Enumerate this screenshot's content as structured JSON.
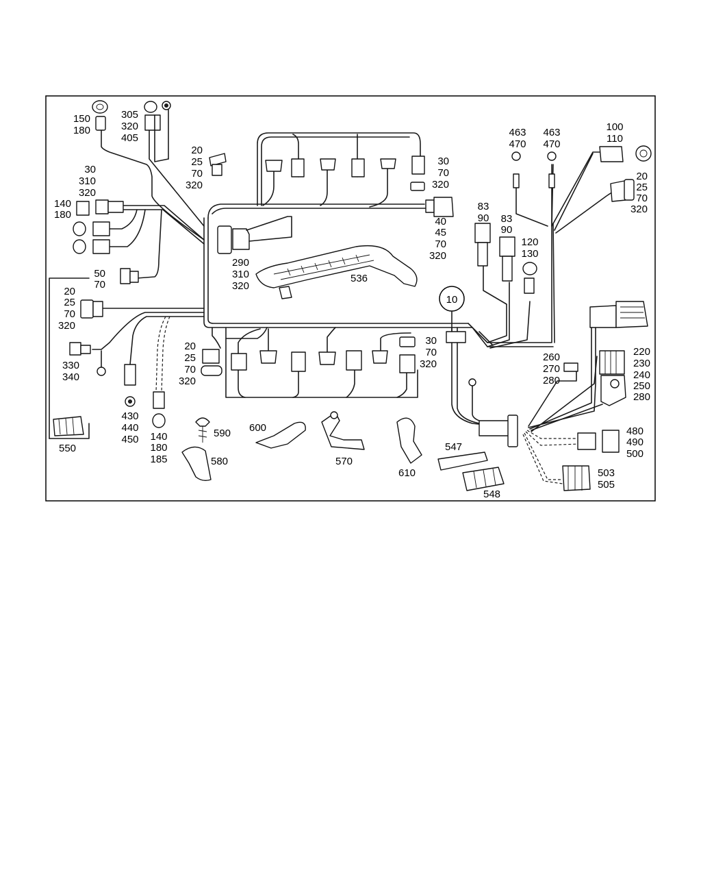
{
  "callout": "10",
  "labels": {
    "l1": [
      "150",
      "180"
    ],
    "l2": [
      "305",
      "320",
      "405"
    ],
    "l3": [
      "20",
      "25",
      "70",
      "320"
    ],
    "l4": [
      "30",
      "70",
      "320"
    ],
    "l5": [
      "463",
      "470"
    ],
    "l6": [
      "463",
      "470"
    ],
    "l7": [
      "100",
      "110"
    ],
    "l8": [
      "20",
      "25",
      "70",
      "320"
    ],
    "l9": [
      "30",
      "310",
      "320"
    ],
    "l10": [
      "140",
      "180"
    ],
    "l11": [
      "40",
      "45",
      "70",
      "320"
    ],
    "l12": [
      "83",
      "90"
    ],
    "l13": [
      "83",
      "90"
    ],
    "l14": [
      "120",
      "130"
    ],
    "l15": [
      "290",
      "310",
      "320"
    ],
    "l16": [
      "536"
    ],
    "l17": [
      "50",
      "70"
    ],
    "l18": [
      "20",
      "25",
      "70",
      "320"
    ],
    "l19": [
      "330",
      "340"
    ],
    "l20": [
      "20",
      "25",
      "70",
      "320"
    ],
    "l21": [
      "30",
      "70",
      "320"
    ],
    "l22": [
      "260",
      "270",
      "280"
    ],
    "l23": [
      "220",
      "230",
      "240",
      "250",
      "280"
    ],
    "l24": [
      "430",
      "440",
      "450"
    ],
    "l25": [
      "140",
      "180",
      "185"
    ],
    "l26": [
      "590"
    ],
    "l27": [
      "600"
    ],
    "l28": [
      "570"
    ],
    "l29": [
      "610"
    ],
    "l30": [
      "547"
    ],
    "l31": [
      "548"
    ],
    "l32": [
      "580"
    ],
    "l33": [
      "550"
    ],
    "l34": [
      "480",
      "490",
      "500"
    ],
    "l35": [
      "503",
      "505"
    ]
  }
}
